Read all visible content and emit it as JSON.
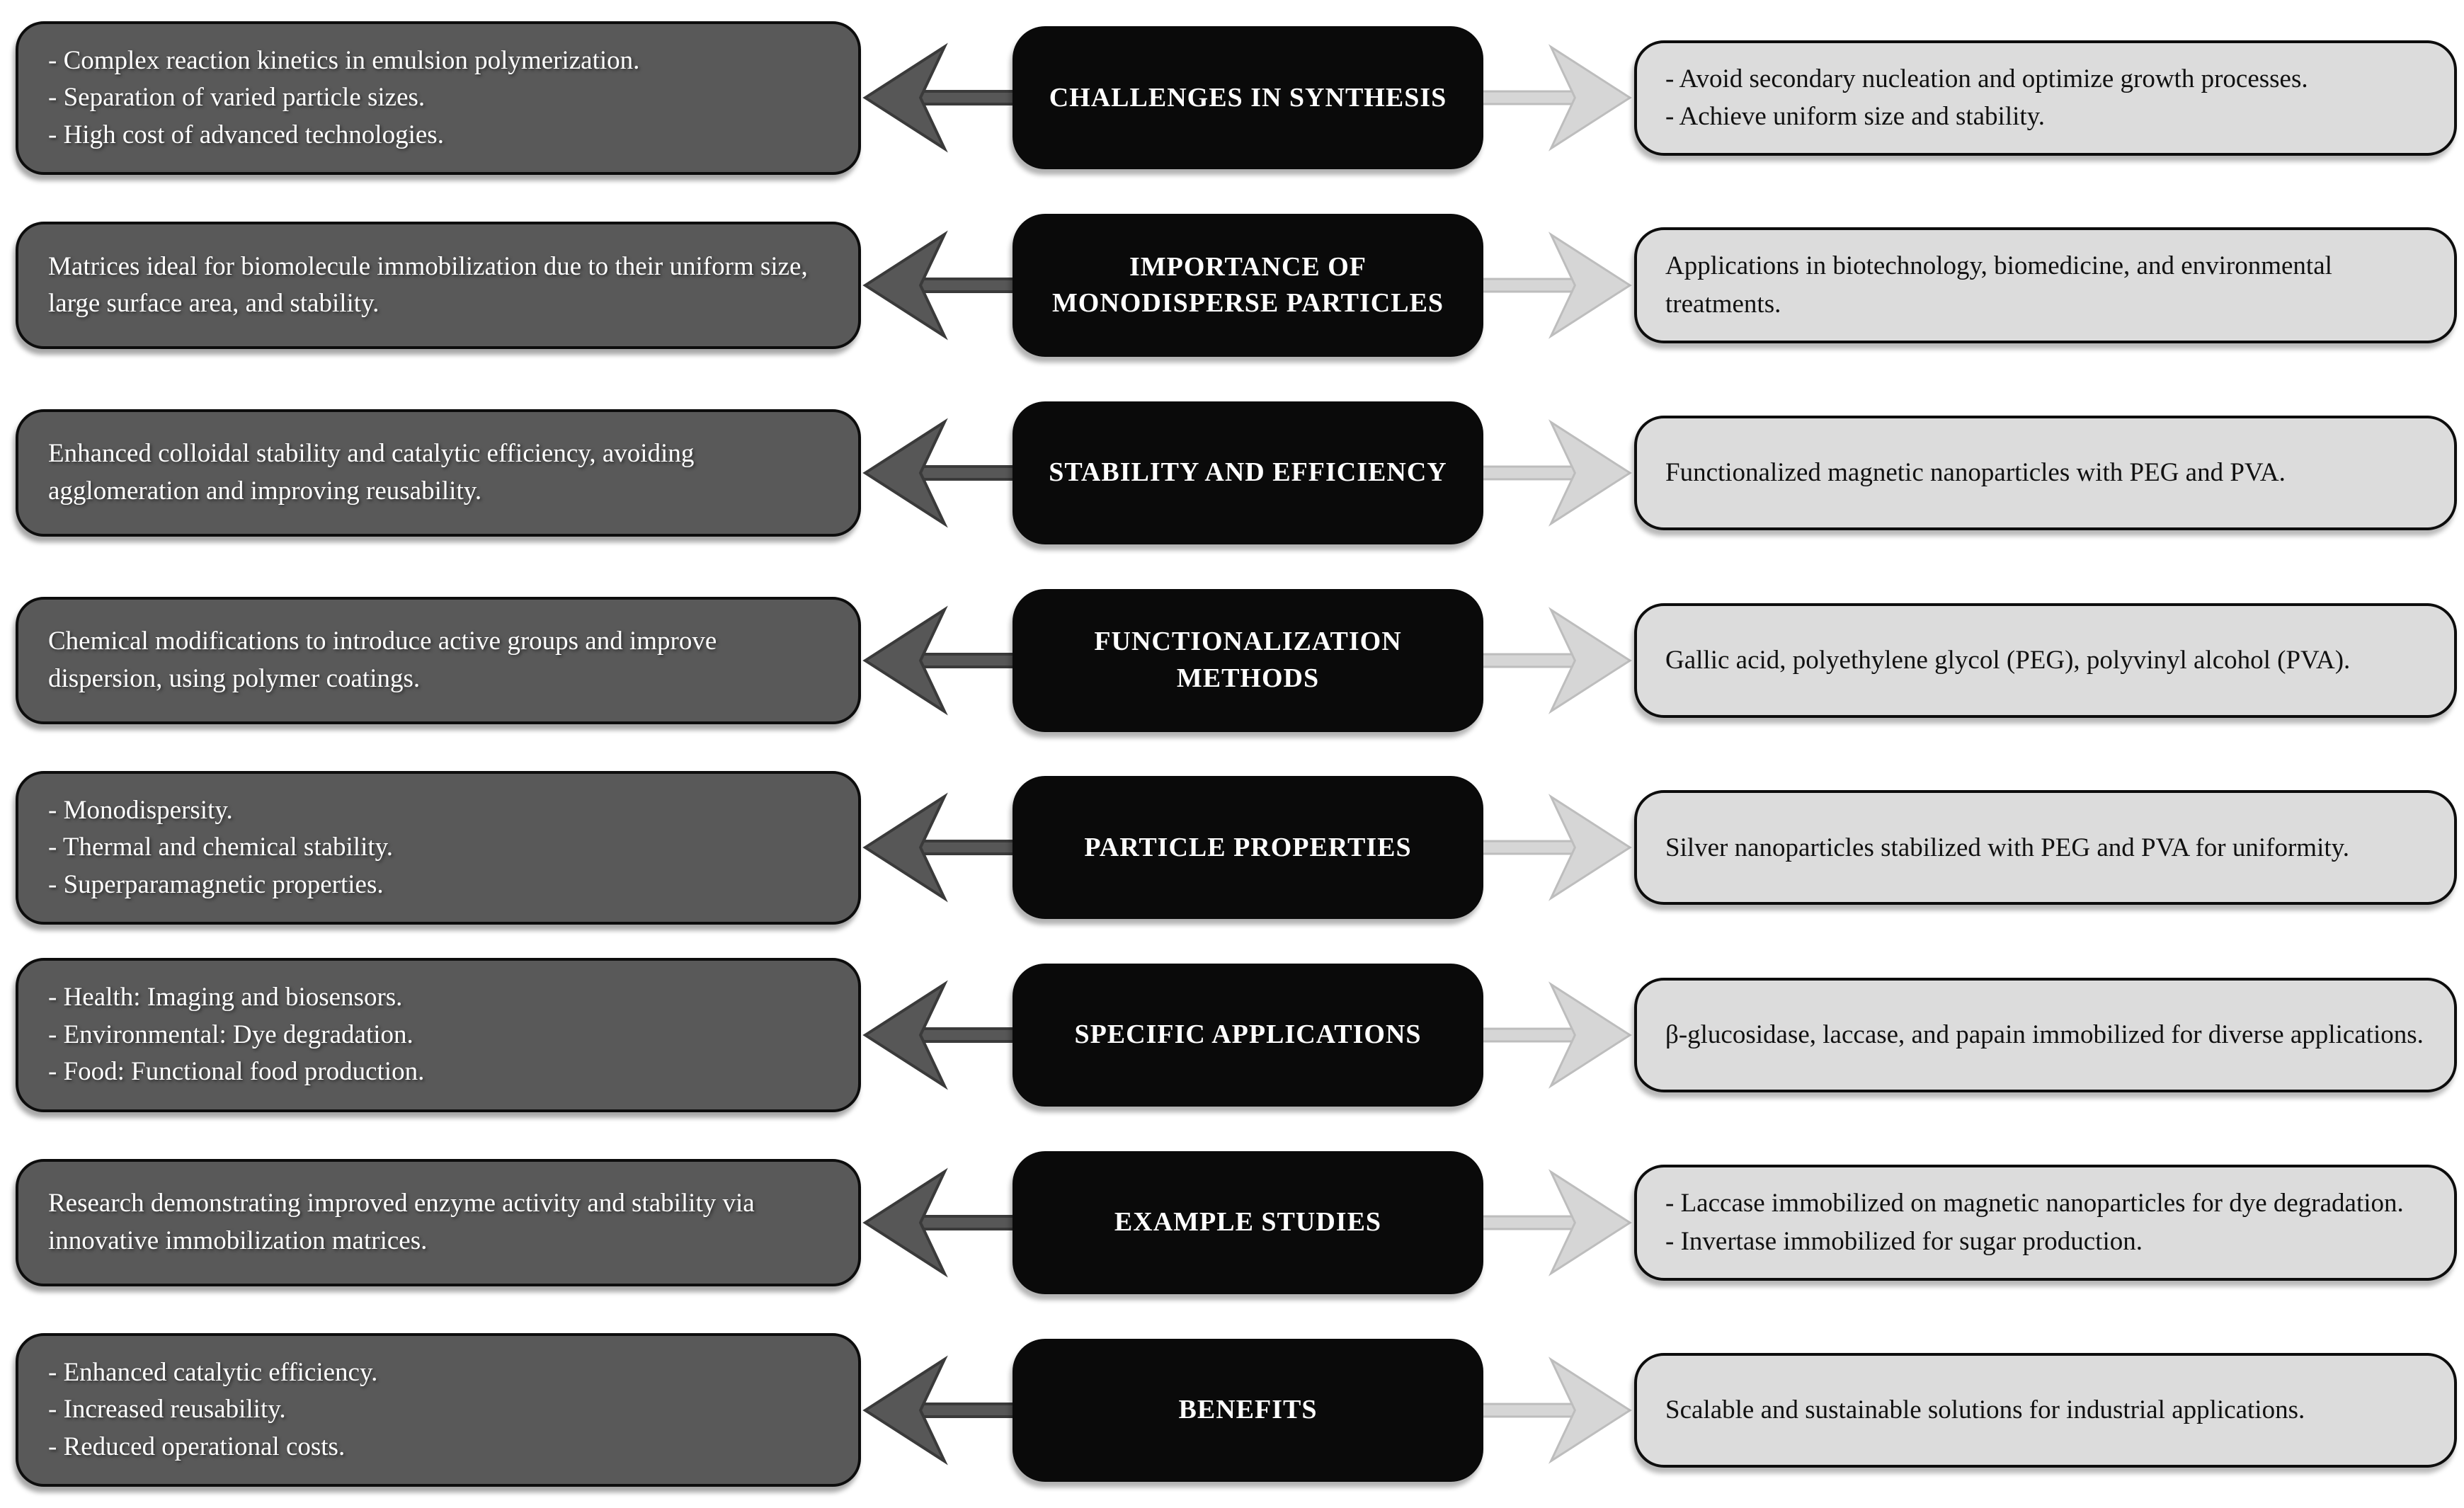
{
  "page": {
    "background": "#ffffff",
    "description_icons": [
      "left-arrow-icon",
      "right-arrow-icon"
    ]
  },
  "colors": {
    "left_box_bg": "#595959",
    "left_box_text": "#ffffff",
    "center_box_bg": "#0a0a0a",
    "center_box_text": "#ffffff",
    "right_box_bg": "#dcdcdc",
    "right_box_text": "#111111",
    "box_border": "#0d0d0d",
    "left_arrow_fill": "#575757",
    "left_arrow_stroke": "#3a3a3a",
    "right_arrow_fill": "#d6d6d6",
    "right_arrow_stroke": "#bdbdbd"
  },
  "rows": [
    {
      "title": "CHALLENGES IN SYNTHESIS",
      "left": "- Complex reaction kinetics in emulsion polymerization.\n- Separation of varied particle sizes.\n- High cost of advanced technologies.",
      "right": "- Avoid secondary nucleation and optimize growth processes.\n- Achieve uniform size and stability."
    },
    {
      "title": "IMPORTANCE OF MONODISPERSE PARTICLES",
      "left": "Matrices ideal for biomolecule immobilization due to their uniform size, large surface area, and stability.",
      "right": "Applications in biotechnology, biomedicine, and environmental treatments."
    },
    {
      "title": "STABILITY AND EFFICIENCY",
      "left": "Enhanced colloidal stability and catalytic efficiency, avoiding agglomeration and improving reusability.",
      "right": "Functionalized magnetic nanoparticles with PEG and PVA."
    },
    {
      "title": "FUNCTIONALIZATION METHODS",
      "left": "Chemical modifications to introduce active groups and improve dispersion, using polymer coatings.",
      "right": "Gallic acid, polyethylene glycol (PEG), polyvinyl alcohol (PVA)."
    },
    {
      "title": "PARTICLE PROPERTIES",
      "left": "- Monodispersity.\n- Thermal and chemical stability.\n- Superparamagnetic properties.",
      "right": "Silver nanoparticles stabilized with PEG and PVA for uniformity."
    },
    {
      "title": "SPECIFIC APPLICATIONS",
      "left": "- Health: Imaging and biosensors.\n- Environmental: Dye degradation.\n- Food: Functional food production.",
      "right": "β-glucosidase, laccase, and papain immobilized for diverse applications."
    },
    {
      "title": "EXAMPLE STUDIES",
      "left": "Research demonstrating improved enzyme activity and stability via innovative immobilization matrices.",
      "right": "- Laccase immobilized on magnetic nanoparticles for dye degradation.\n- Invertase immobilized for sugar production."
    },
    {
      "title": "BENEFITS",
      "left": "- Enhanced catalytic efficiency.\n- Increased reusability.\n- Reduced operational costs.",
      "right": "Scalable and sustainable solutions for industrial applications."
    }
  ]
}
